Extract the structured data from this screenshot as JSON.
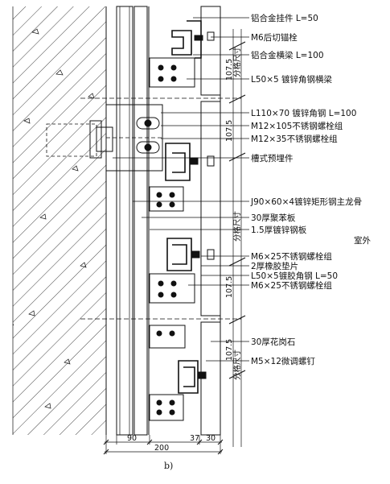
{
  "labels": [
    "铝合金挂件 L=50",
    "M6后切锚栓",
    "铝合金横梁 L=100",
    "L50×5 镀锌角钢横梁",
    "L110×70 镀锌角钢 L=100",
    "M12×105不锈钢螺栓组",
    "M12×35不锈钢螺栓组",
    "槽式预埋件",
    "J90×60×4镀锌矩形钢主龙骨",
    "30厚聚苯板",
    "1.5厚镀锌钢板",
    "M6×25不锈钢螺栓组",
    "2厚橡胶垫片",
    "L50×5镀胶角钢 L=50",
    "M6×25不锈钢螺栓组",
    "30厚花岗石",
    "M5×12微调螺钉"
  ],
  "side_dimensions": {
    "upper_107": "107.5",
    "upper_grid": "分格尺寸",
    "mid_107": "107.5",
    "mid_grid": "分格尺寸",
    "low_107": "107.5",
    "bottom_107": "107.5",
    "bottom_grid": "分格尺寸"
  },
  "exterior_label": "室外",
  "bottom_dimensions": {
    "d90": "90",
    "d37": "37",
    "d30": "30",
    "d200": "200"
  },
  "caption": "b)",
  "colors": {
    "line": "#111111",
    "background": "#ffffff"
  }
}
